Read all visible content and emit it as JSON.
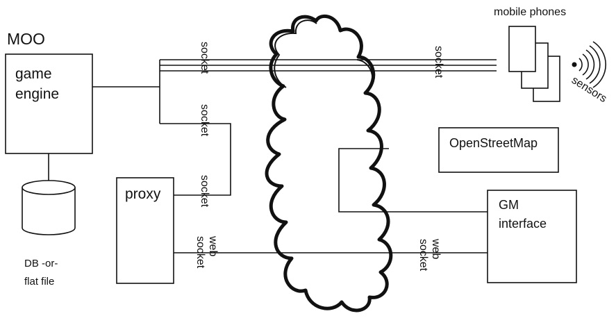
{
  "moo_title": "MOO",
  "game_engine": [
    "game",
    "engine"
  ],
  "database": [
    "DB -or-",
    "flat file"
  ],
  "proxy": "proxy",
  "mobile_phones": "mobile phones",
  "sensors": "sensors",
  "openstreetmap": "OpenStreetMap",
  "gm_interface": [
    "GM",
    "interface"
  ],
  "link_labels": {
    "socket": "socket",
    "web": "web"
  }
}
